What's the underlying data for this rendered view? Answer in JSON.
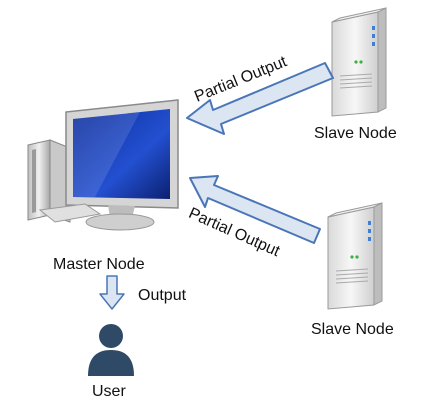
{
  "master": {
    "label": "Master Node"
  },
  "slaves": [
    {
      "label": "Slave Node"
    },
    {
      "label": "Slave Node"
    }
  ],
  "edges": {
    "top_label": "Partial Output",
    "bottom_label": "Partial Output",
    "output_label": "Output"
  },
  "user": {
    "label": "User"
  },
  "colors": {
    "arrow_fill": "#dce6f2",
    "arrow_stroke": "#4a76b8",
    "user_icon": "#2e4a66",
    "screen": "#1a3fa8",
    "server_body": "#e8e8e8"
  }
}
